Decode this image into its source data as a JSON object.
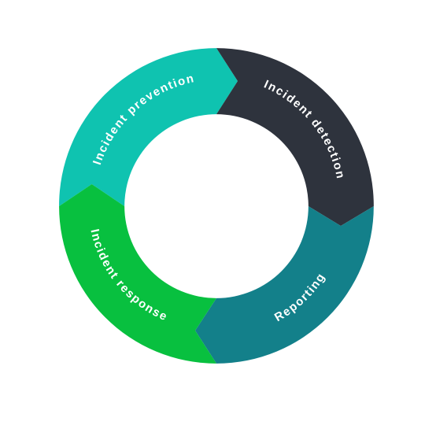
{
  "diagram": {
    "type": "cycle",
    "segments": [
      {
        "id": "prevention",
        "label": "Incident prevention",
        "color": "#0fc3b0"
      },
      {
        "id": "detection",
        "label": "Incident detection",
        "color": "#2e333d"
      },
      {
        "id": "reporting",
        "label": "Reporting",
        "color": "#13808a"
      },
      {
        "id": "response",
        "label": "Incident response",
        "color": "#08c03f"
      }
    ],
    "label_color": "#ffffff",
    "background": "#ffffff"
  }
}
